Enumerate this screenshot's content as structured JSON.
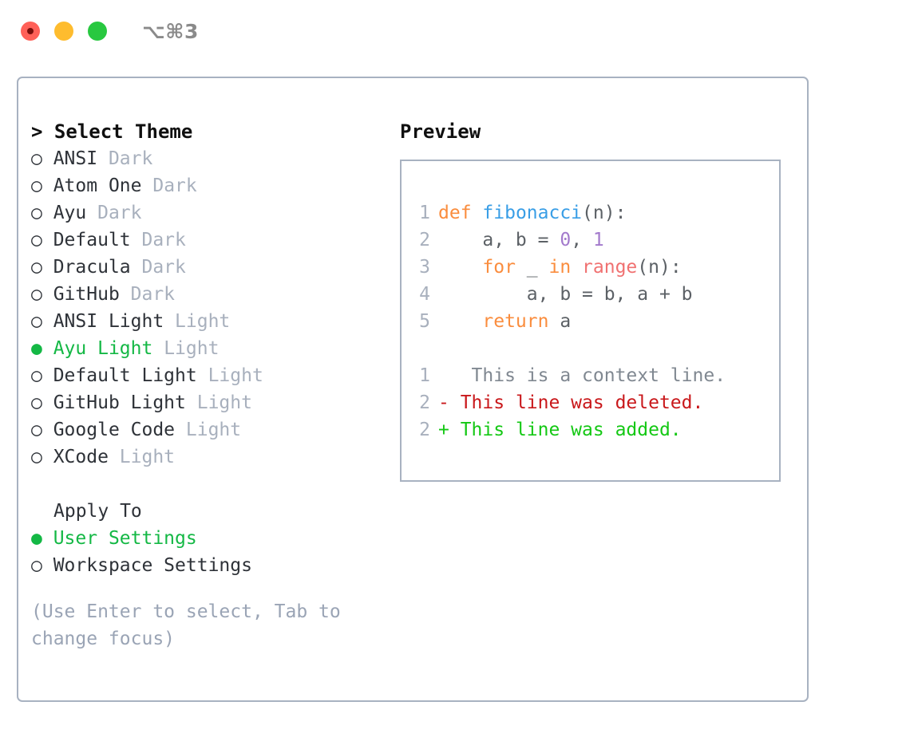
{
  "window": {
    "shortcut": "⌥⌘3",
    "traffic_lights": [
      {
        "name": "close-button",
        "color": "#ff6058"
      },
      {
        "name": "minimize-button",
        "color": "#febc2e"
      },
      {
        "name": "maximize-button",
        "color": "#28c840"
      }
    ]
  },
  "theme_picker": {
    "heading": "> Select Theme",
    "bullet_selected": "●",
    "bullet_unselected": "○",
    "themes": [
      {
        "bullet": "○",
        "name": "ANSI",
        "variant": "Dark",
        "selected": false
      },
      {
        "bullet": "○",
        "name": "Atom One",
        "variant": "Dark",
        "selected": false
      },
      {
        "bullet": "○",
        "name": "Ayu",
        "variant": "Dark",
        "selected": false
      },
      {
        "bullet": "○",
        "name": "Default",
        "variant": "Dark",
        "selected": false
      },
      {
        "bullet": "○",
        "name": "Dracula",
        "variant": "Dark",
        "selected": false
      },
      {
        "bullet": "○",
        "name": "GitHub",
        "variant": "Dark",
        "selected": false
      },
      {
        "bullet": "○",
        "name": "ANSI Light",
        "variant": "Light",
        "selected": false
      },
      {
        "bullet": "●",
        "name": "Ayu Light",
        "variant": "Light",
        "selected": true
      },
      {
        "bullet": "○",
        "name": "Default Light",
        "variant": "Light",
        "selected": false
      },
      {
        "bullet": "○",
        "name": "GitHub Light",
        "variant": "Light",
        "selected": false
      },
      {
        "bullet": "○",
        "name": "Google Code",
        "variant": "Light",
        "selected": false
      },
      {
        "bullet": "○",
        "name": "XCode",
        "variant": "Light",
        "selected": false
      }
    ]
  },
  "apply_to": {
    "label": "Apply To",
    "options": [
      {
        "bullet": "●",
        "name": "User Settings",
        "selected": true
      },
      {
        "bullet": "○",
        "name": "Workspace Settings",
        "selected": false
      }
    ]
  },
  "hint": "(Use Enter to select, Tab to change focus)",
  "preview": {
    "title": "Preview",
    "code_lines": [
      {
        "no": "1",
        "tokens": [
          {
            "t": "def",
            "c": "kw"
          },
          {
            "t": " ",
            "c": "pl"
          },
          {
            "t": "fibonacci",
            "c": "fn"
          },
          {
            "t": "(n):",
            "c": "pl"
          }
        ]
      },
      {
        "no": "2",
        "tokens": [
          {
            "t": "    a, b = ",
            "c": "pl"
          },
          {
            "t": "0",
            "c": "num"
          },
          {
            "t": ", ",
            "c": "pl"
          },
          {
            "t": "1",
            "c": "num"
          }
        ]
      },
      {
        "no": "3",
        "tokens": [
          {
            "t": "    ",
            "c": "pl"
          },
          {
            "t": "for",
            "c": "kw"
          },
          {
            "t": " _ ",
            "c": "pl"
          },
          {
            "t": "in",
            "c": "kw"
          },
          {
            "t": " ",
            "c": "pl"
          },
          {
            "t": "range",
            "c": "call"
          },
          {
            "t": "(n):",
            "c": "pl"
          }
        ]
      },
      {
        "no": "4",
        "tokens": [
          {
            "t": "        a, b = b, a + b",
            "c": "pl"
          }
        ]
      },
      {
        "no": "5",
        "tokens": [
          {
            "t": "    ",
            "c": "pl"
          },
          {
            "t": "return",
            "c": "kw"
          },
          {
            "t": " a",
            "c": "pl"
          }
        ]
      }
    ],
    "diff_lines": [
      {
        "no": "1",
        "marker": " ",
        "text": "  This is a context line.",
        "kind": "ctx"
      },
      {
        "no": "2",
        "marker": "-",
        "text": " This line was deleted.",
        "kind": "del"
      },
      {
        "no": "2",
        "marker": "+",
        "text": " This line was added.",
        "kind": "add"
      }
    ]
  },
  "colors": {
    "accent_green": "#14b845",
    "border": "#a8b2c1",
    "muted": "#a8b0bd",
    "hint": "#9aa4b5",
    "keyword": "#fa8d3e",
    "function": "#399ee6",
    "number": "#a37acc",
    "builtin": "#f07171",
    "diff_added": "#14c814",
    "diff_removed": "#c9181b"
  }
}
